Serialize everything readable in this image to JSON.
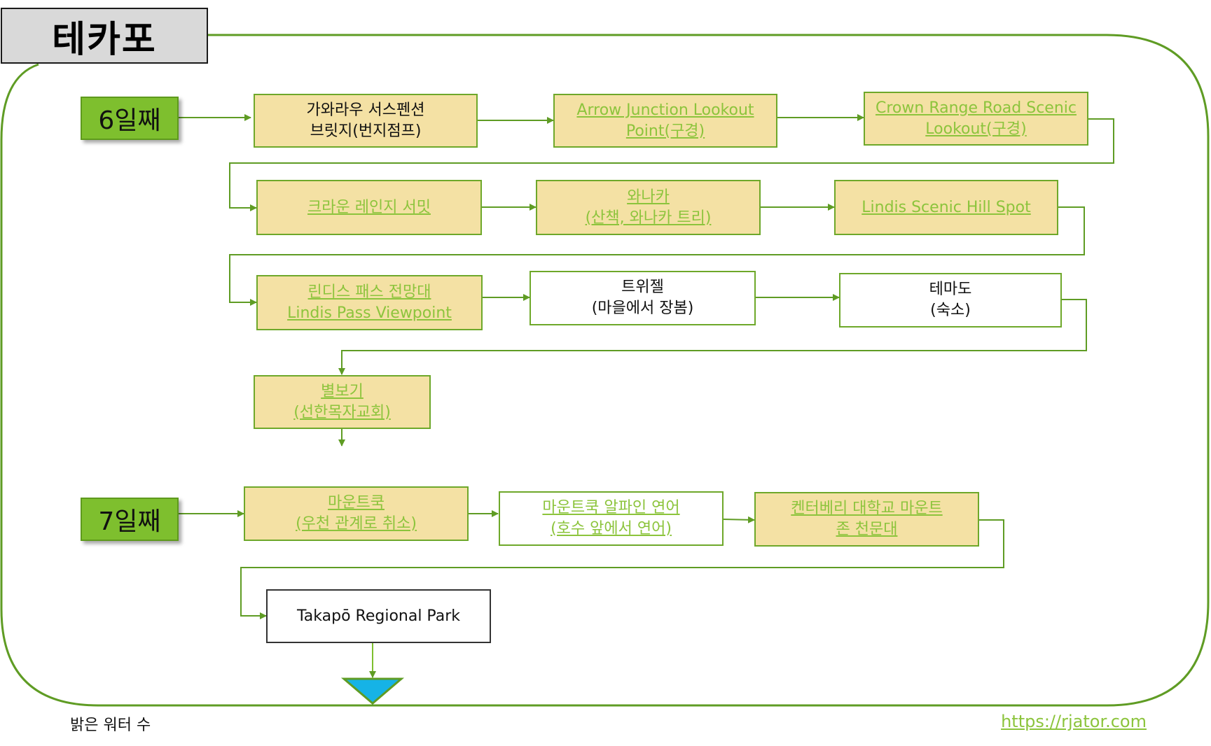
{
  "title": "테카포",
  "days": [
    {
      "label": "6일째"
    },
    {
      "label": "7일째"
    }
  ],
  "nodes": {
    "n1": {
      "lines": [
        "가와라우 서스펜션",
        "브릿지(번지점프)"
      ]
    },
    "n2": {
      "lines": [
        "Arrow Junction Lookout",
        "Point(구경)"
      ]
    },
    "n3": {
      "lines": [
        "Crown Range Road Scenic",
        "Lookout(구경)"
      ]
    },
    "n4": {
      "lines": [
        "",
        "크라운 레인지 서밋"
      ]
    },
    "n5": {
      "lines": [
        "와나카",
        "(산책, 와나카 트리)"
      ]
    },
    "n6": {
      "lines": [
        "",
        "Lindis Scenic Hill Spot"
      ]
    },
    "n7": {
      "lines": [
        "린디스 패스 전망대",
        "Lindis Pass Viewpoint"
      ]
    },
    "n8": {
      "lines": [
        "트위젤",
        "(마을에서 장봄)"
      ]
    },
    "n9": {
      "lines": [
        "테마도",
        "(숙소)"
      ]
    },
    "n10": {
      "lines": [
        "별보기",
        "(선한목자교회)"
      ]
    },
    "n11": {
      "lines": [
        "마운트쿡",
        "(우천 관계로 취소)"
      ]
    },
    "n12": {
      "lines": [
        "마운트쿡 알파인 연어",
        "(호수 앞에서 연어)"
      ]
    },
    "n13": {
      "lines": [
        "켄터베리 대학교 마운트",
        "존 천문대"
      ]
    },
    "n14": {
      "lines": [
        "",
        "Takapō Regional Park"
      ]
    }
  },
  "footer": {
    "left": "밝은 워터 수",
    "right": "https://rjator.com"
  },
  "colors": {
    "accent_green": "#7ebf2e",
    "line_green": "#5f9c24",
    "link_green": "#8cc43c",
    "node_yellow": "#f4e1a4",
    "triangle_blue": "#16b3e6"
  }
}
